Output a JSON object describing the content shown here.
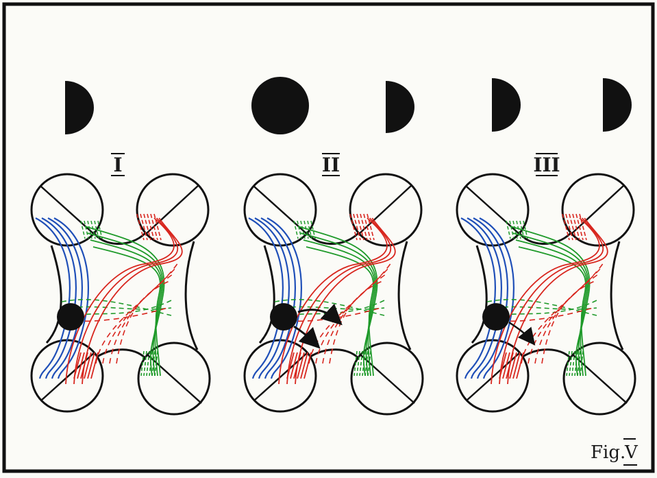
{
  "figure_label": "Fig.",
  "figure_number": "V",
  "colors": {
    "ink": "#111111",
    "paper": "#fbfbf7",
    "blue": "#1f4fb8",
    "red": "#d8261e",
    "green": "#1f9a2a"
  },
  "panels": [
    {
      "label": "I",
      "top_shapes": [
        "half-disc"
      ]
    },
    {
      "label": "II",
      "top_shapes": [
        "full-disc",
        "half-disc"
      ]
    },
    {
      "label": "III",
      "top_shapes": [
        "half-disc",
        "half-disc"
      ]
    }
  ]
}
